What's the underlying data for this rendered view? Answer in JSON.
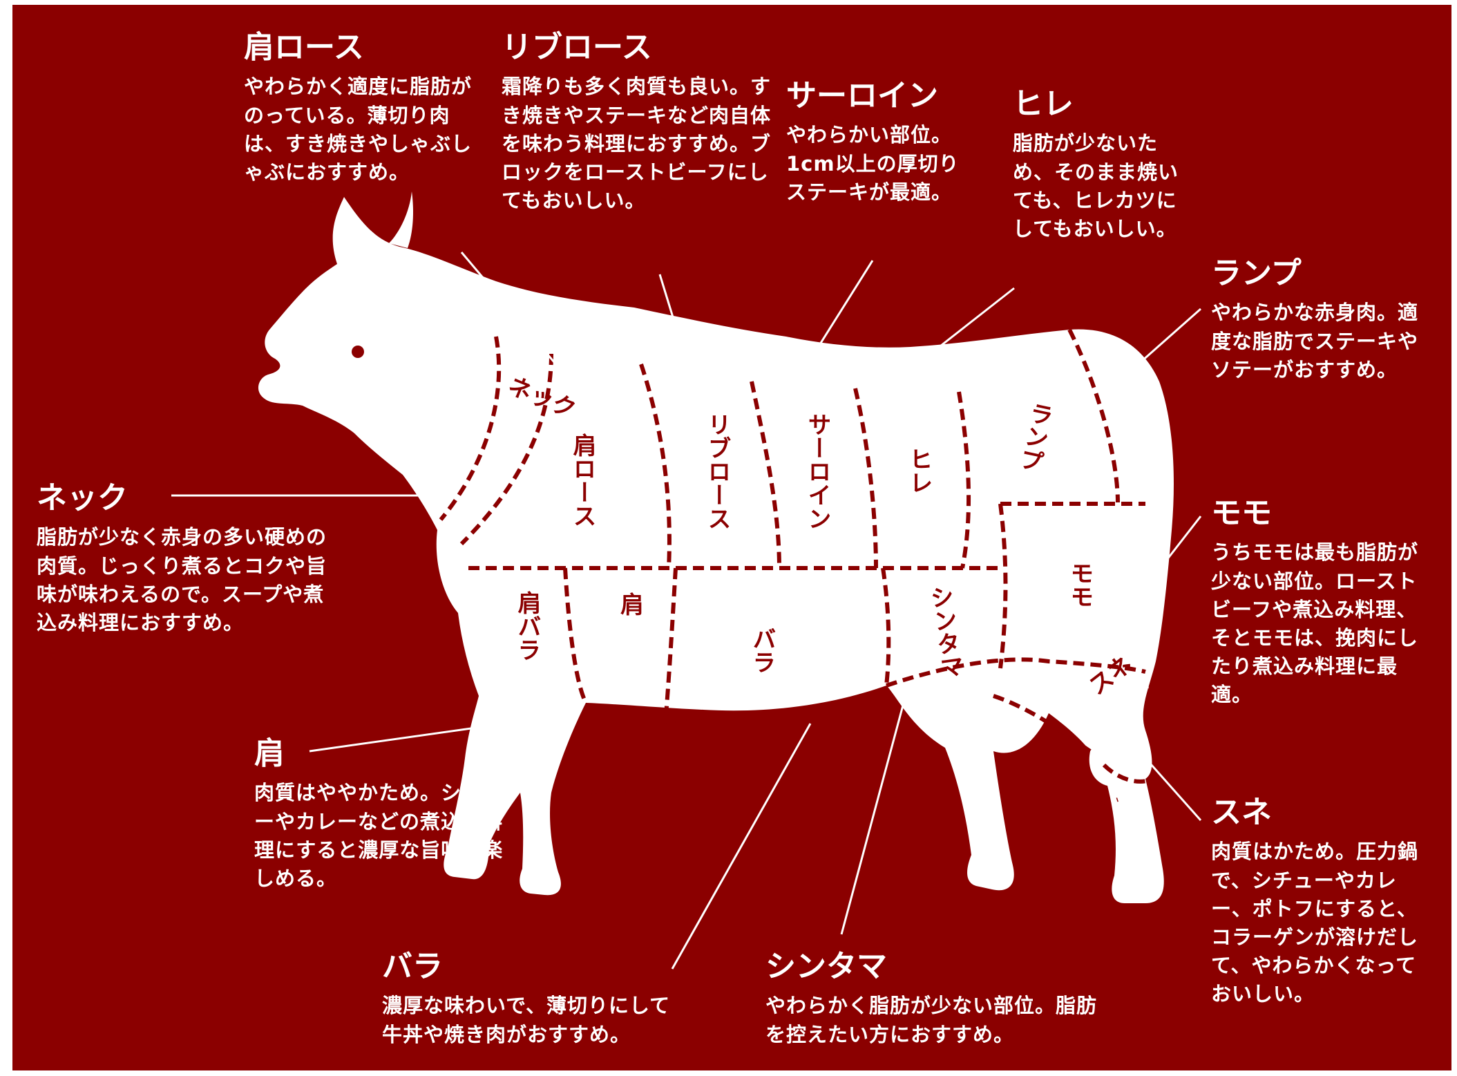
{
  "colors": {
    "background": "#8b0000",
    "cow": "#ffffff",
    "text": "#ffffff",
    "cut_text": "#8b0000"
  },
  "cow_labels": {
    "neck": "ネック",
    "kata_loin": "肩ロース",
    "rib_loin": "リブロース",
    "sirloin": "サーロイン",
    "hire": "ヒレ",
    "rump": "ランプ",
    "momo": "モモ",
    "kata_bara": "肩バラ",
    "kata": "肩",
    "bara": "バラ",
    "shintama": "シンタマ",
    "sune": "スネ"
  },
  "descriptions": {
    "kata_loin": {
      "title": "肩ロース",
      "text": "やわらかく適度に脂肪がのっている。薄切り肉は、すき焼きやしゃぶしゃぶにおすすめ。"
    },
    "rib_loin": {
      "title": "リブロース",
      "text": "霜降りも多く肉質も良い。すき焼きやステーキなど肉自体を味わう料理におすすめ。ブロックをローストビーフにしてもおいしい。"
    },
    "sirloin": {
      "title": "サーロイン",
      "text": "やわらかい部位。1cm以上の厚切りステーキが最適。"
    },
    "hire": {
      "title": "ヒレ",
      "text": "脂肪が少ないため、そのまま焼いても、ヒレカツにしてもおいしい。"
    },
    "rump": {
      "title": "ランプ",
      "text": "やわらかな赤身肉。適度な脂肪でステーキやソテーがおすすめ。"
    },
    "neck": {
      "title": "ネック",
      "text": "脂肪が少なく赤身の多い硬めの肉質。じっくり煮るとコクや旨味が味わえるので。スープや煮込み料理におすすめ。"
    },
    "momo": {
      "title": "モモ",
      "text": "うちモモは最も脂肪が少ない部位。ローストビーフや煮込み料理、そとモモは、挽肉にしたり煮込み料理に最適。"
    },
    "kata": {
      "title": "肩",
      "text": "肉質はややかため。シチューやカレーなどの煮込み料理にすると濃厚な旨味が楽しめる。"
    },
    "sune": {
      "title": "スネ",
      "text": "肉質はかため。圧力鍋で、シチューやカレー、ポトフにすると、コラーゲンが溶けだして、やわらかくなっておいしい。"
    },
    "bara": {
      "title": "バラ",
      "text": "濃厚な味わいで、薄切りにして牛丼や焼き肉がおすすめ。"
    },
    "shintama": {
      "title": "シンタマ",
      "text": "やわらかく脂肪が少ない部位。脂肪を控えたい方におすすめ。"
    }
  }
}
